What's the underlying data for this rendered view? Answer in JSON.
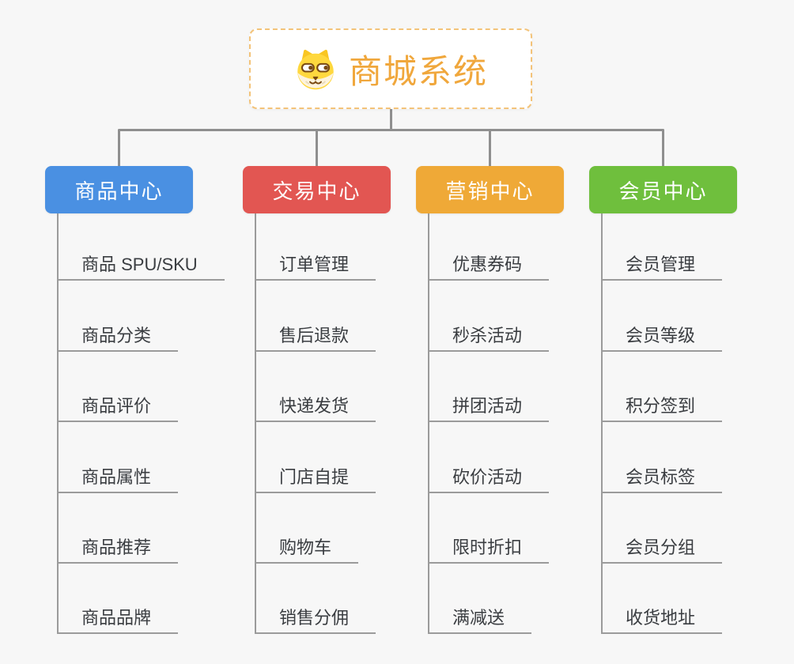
{
  "root": {
    "title": "商城系统",
    "icon": "dog-face-icon",
    "accent_color": "#f0a73c",
    "border_color": "#f3c379"
  },
  "connector_colors": {
    "main": "#8f8f8f",
    "sub": "#9b9b9b"
  },
  "background_color": "#f7f7f7",
  "branches": [
    {
      "label": "商品中心",
      "color": "#4a90e2",
      "items": [
        "商品 SPU/SKU",
        "商品分类",
        "商品评价",
        "商品属性",
        "商品推荐",
        "商品品牌"
      ]
    },
    {
      "label": "交易中心",
      "color": "#e25652",
      "items": [
        "订单管理",
        "售后退款",
        "快递发货",
        "门店自提",
        "购物车",
        "销售分佣"
      ]
    },
    {
      "label": "营销中心",
      "color": "#efa937",
      "items": [
        "优惠券码",
        "秒杀活动",
        "拼团活动",
        "砍价活动",
        "限时折扣",
        "满减送"
      ]
    },
    {
      "label": "会员中心",
      "color": "#6fbf3d",
      "items": [
        "会员管理",
        "会员等级",
        "积分签到",
        "会员标签",
        "会员分组",
        "收货地址"
      ]
    }
  ]
}
